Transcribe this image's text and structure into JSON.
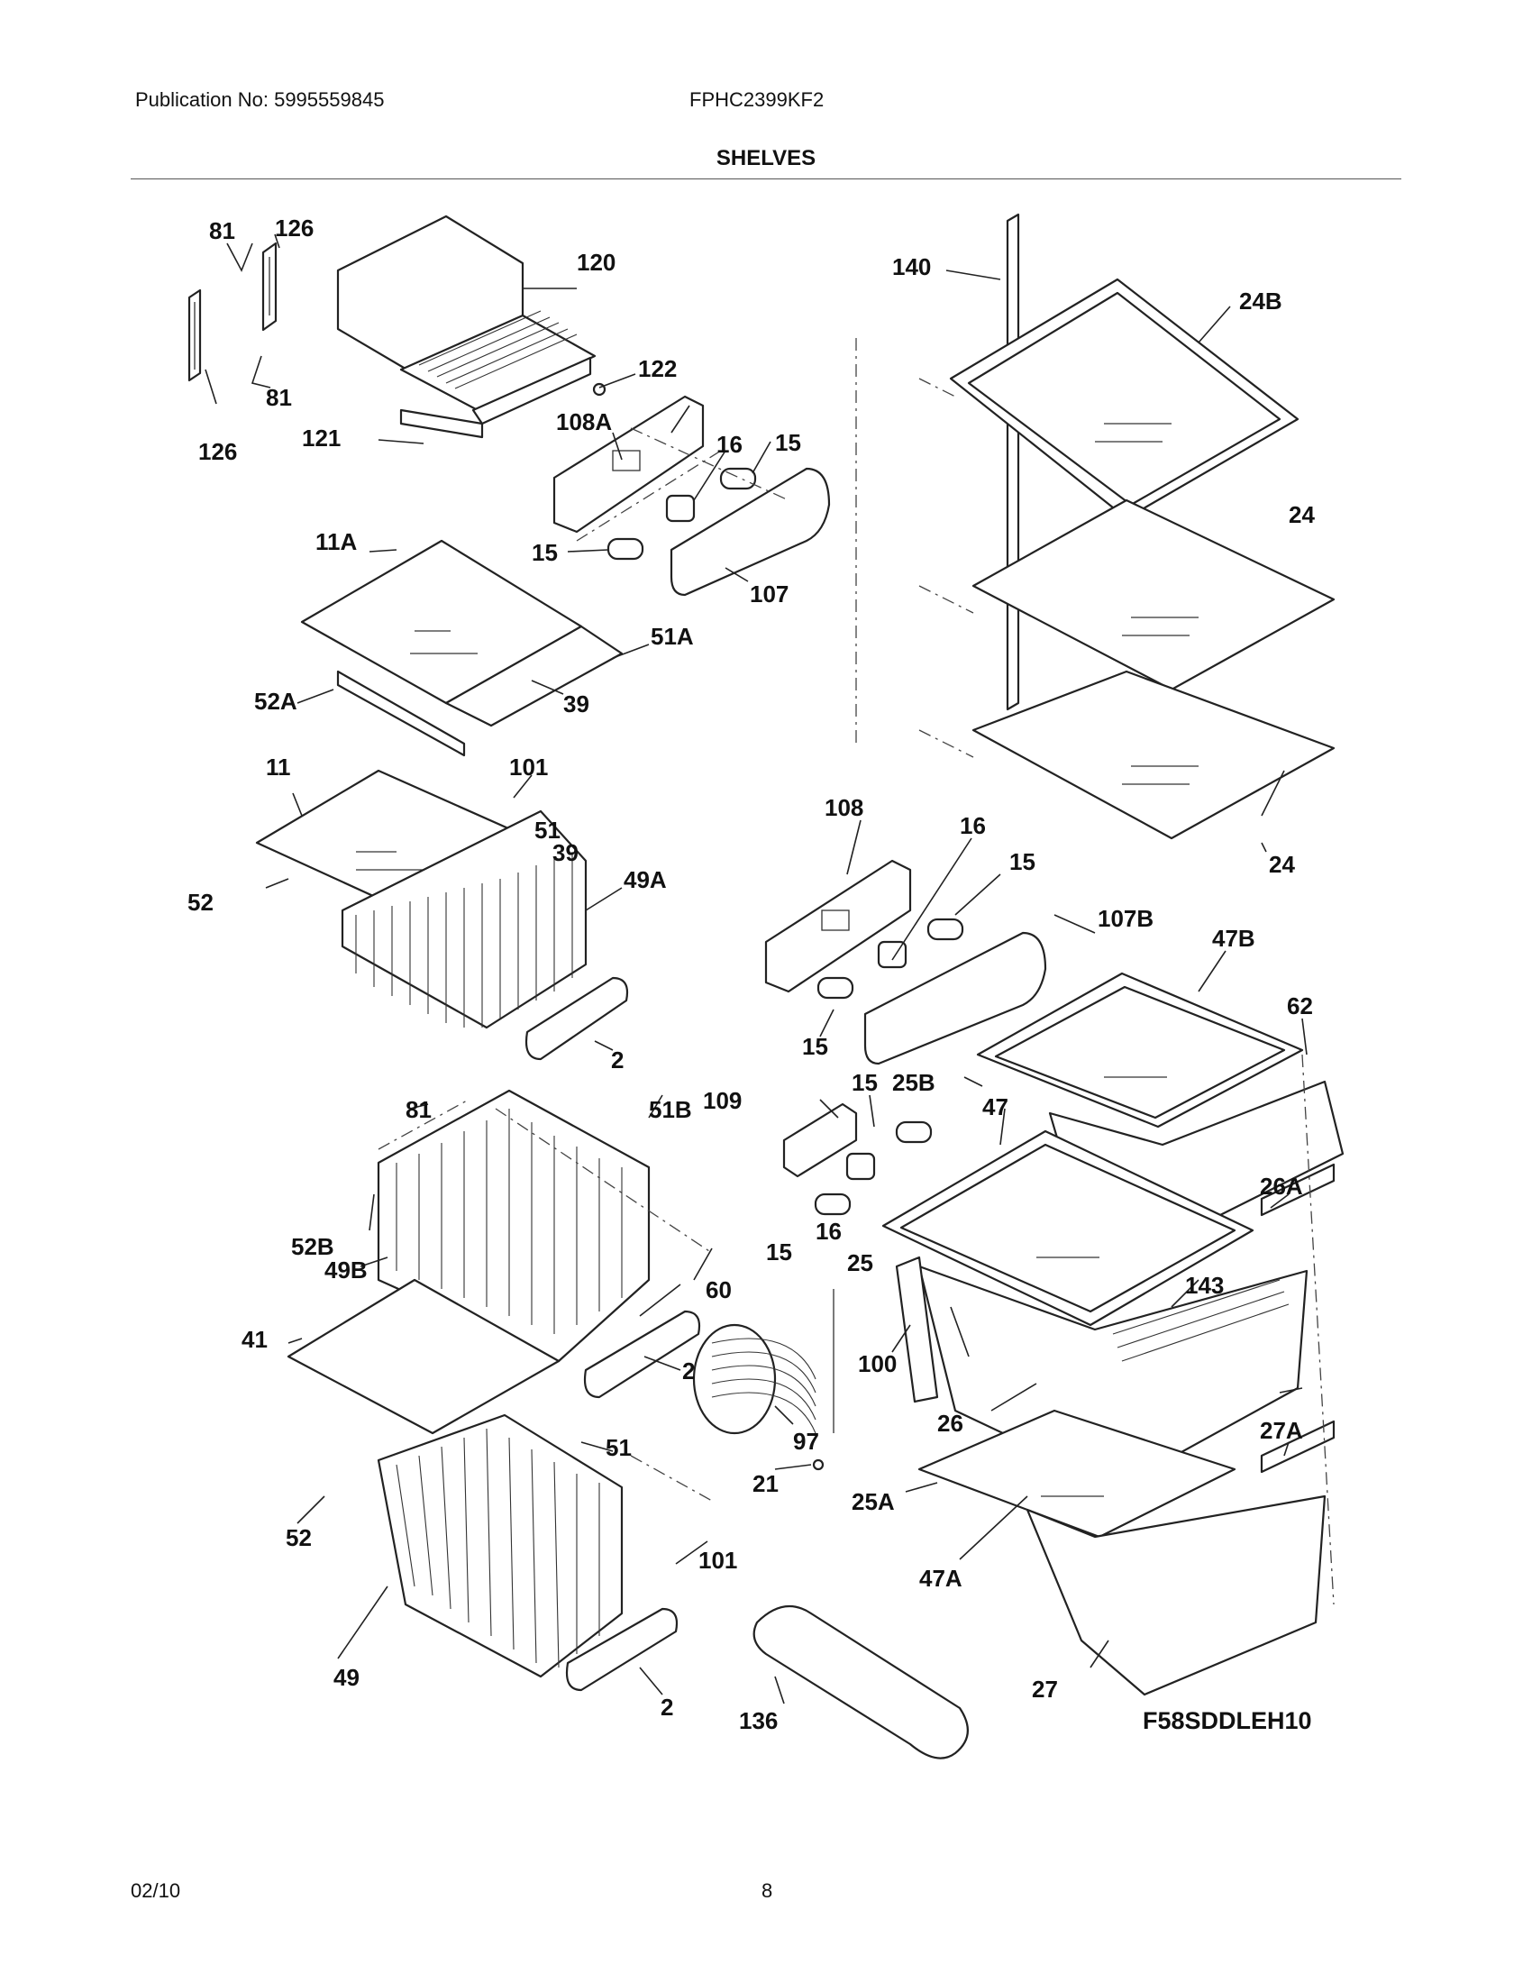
{
  "header": {
    "publication": "Publication No: 5995559845",
    "model": "FPHC2399KF2",
    "section": "SHELVES"
  },
  "footer": {
    "date": "02/10",
    "page": "8"
  },
  "diagram": {
    "code": "F58SDDLEH10",
    "part_labels": [
      "81",
      "126",
      "120",
      "140",
      "24B",
      "122",
      "81",
      "126",
      "121",
      "108A",
      "16",
      "15",
      "15",
      "107",
      "24",
      "11A",
      "51A",
      "52A",
      "39",
      "11",
      "101",
      "51",
      "39",
      "52",
      "49A",
      "108",
      "16",
      "15",
      "107B",
      "47B",
      "24",
      "62",
      "15",
      "2",
      "109",
      "15",
      "25B",
      "47",
      "81",
      "51B",
      "26A",
      "52B",
      "49B",
      "60",
      "15",
      "16",
      "25",
      "143",
      "41",
      "100",
      "2",
      "97",
      "26",
      "27A",
      "21",
      "25A",
      "51",
      "52",
      "101",
      "47A",
      "49",
      "2",
      "136",
      "27"
    ]
  }
}
